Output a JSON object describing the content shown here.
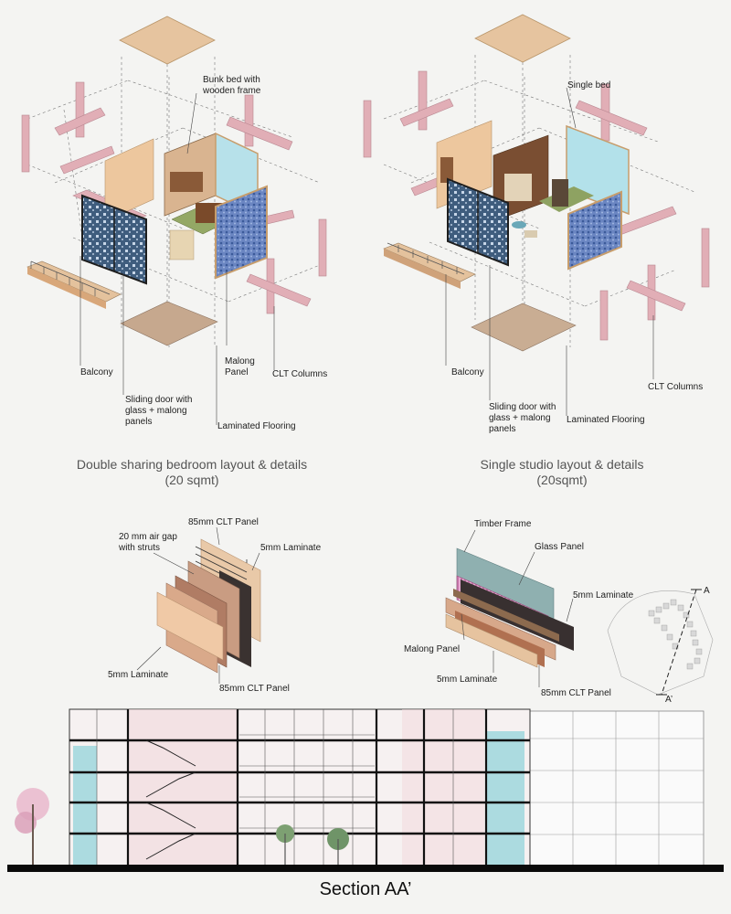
{
  "double_sharing": {
    "labels": {
      "bunk_bed": "Bunk bed with\nwooden frame",
      "balcony": "Balcony",
      "malong_panel": "Malong\nPanel",
      "clt_columns": "CLT Columns",
      "sliding_door": "Sliding door with\nglass + malong\npanels",
      "laminated_flooring": "Laminated Flooring"
    },
    "caption_line1": "Double sharing bedroom layout & details",
    "caption_line2": "(20 sqmt)"
  },
  "single_studio": {
    "labels": {
      "single_bed": "Single bed",
      "balcony": "Balcony",
      "clt_columns": "CLT Columns",
      "sliding_door": "Sliding door with\nglass + malong\npanels",
      "laminated_flooring": "Laminated Flooring"
    },
    "caption_line1": "Single studio layout & details",
    "caption_line2": "(20sqmt)"
  },
  "wall_detail_left": {
    "air_gap": "20 mm air gap\nwith struts",
    "clt_top": "85mm CLT Panel",
    "laminate_top": "5mm Laminate",
    "laminate_bottom": "5mm Laminate",
    "clt_bottom": "85mm CLT Panel"
  },
  "wall_detail_right": {
    "timber_frame": "Timber Frame",
    "glass_panel": "Glass Panel",
    "laminate_top": "5mm Laminate",
    "malong_panel": "Malong Panel",
    "laminate_bottom": "5mm Laminate",
    "clt_panel": "85mm CLT Panel"
  },
  "key_plan": {
    "marker_a": "A",
    "marker_a_prime": "A’"
  },
  "section_title": "Section AA’",
  "colors": {
    "clt_pink": "#dfaab2",
    "wood_light": "#e8c29a",
    "wood_floor": "#c9ab8f",
    "glass_blue": "#a7dbe3",
    "malong_blue": "#5e7fb8",
    "frame_dark": "#2b2b2b"
  }
}
